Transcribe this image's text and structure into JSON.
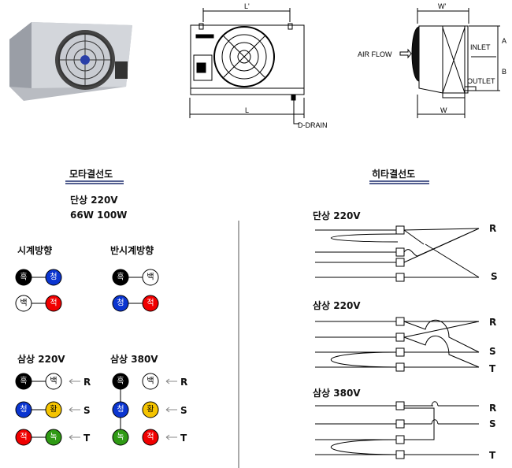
{
  "drawings": {
    "front": {
      "top_dim": "L'",
      "bottom_dim": "L",
      "drain": "D-DRAIN"
    },
    "side": {
      "top_dim": "W'",
      "bottom_dim": "W",
      "airflow": "AIR FLOW",
      "inlet": "INLET",
      "outlet": "OUTLET",
      "dim_a": "A",
      "dim_b": "B"
    }
  },
  "motor": {
    "title": "모타결선도",
    "spec_line1": "단상 220V",
    "spec_line2": "66W 100W",
    "clockwise": {
      "label": "시계방향",
      "row1": [
        "흑",
        "청"
      ],
      "row2": [
        "백",
        "적"
      ]
    },
    "counterclockwise": {
      "label": "반시계방향",
      "row1": [
        "흑",
        "백"
      ],
      "row2": [
        "청",
        "적"
      ]
    },
    "three_220": {
      "label": "삼상 220V",
      "rows": [
        [
          "흑",
          "백",
          "R"
        ],
        [
          "청",
          "황",
          "S"
        ],
        [
          "적",
          "녹",
          "T"
        ]
      ]
    },
    "three_380": {
      "label": "삼상 380V",
      "rows": [
        [
          "흑",
          "백",
          "R"
        ],
        [
          "청",
          "황",
          "S"
        ],
        [
          "녹",
          "적",
          "T"
        ]
      ]
    }
  },
  "colors": {
    "흑": "#000000",
    "청": "#0b35d0",
    "백": "#ffffff",
    "적": "#f00000",
    "황": "#f5c400",
    "녹": "#2f9a14",
    "title_rule": "#1a2a6c"
  },
  "heater": {
    "title": "히타결선도",
    "single_220": {
      "label": "단상 220V",
      "terminals": [
        "R",
        "S"
      ]
    },
    "three_220": {
      "label": "삼상 220V",
      "terminals": [
        "R",
        "S",
        "T"
      ]
    },
    "three_380": {
      "label": "삼상 380V",
      "terminals": [
        "R",
        "S",
        "T"
      ]
    }
  }
}
